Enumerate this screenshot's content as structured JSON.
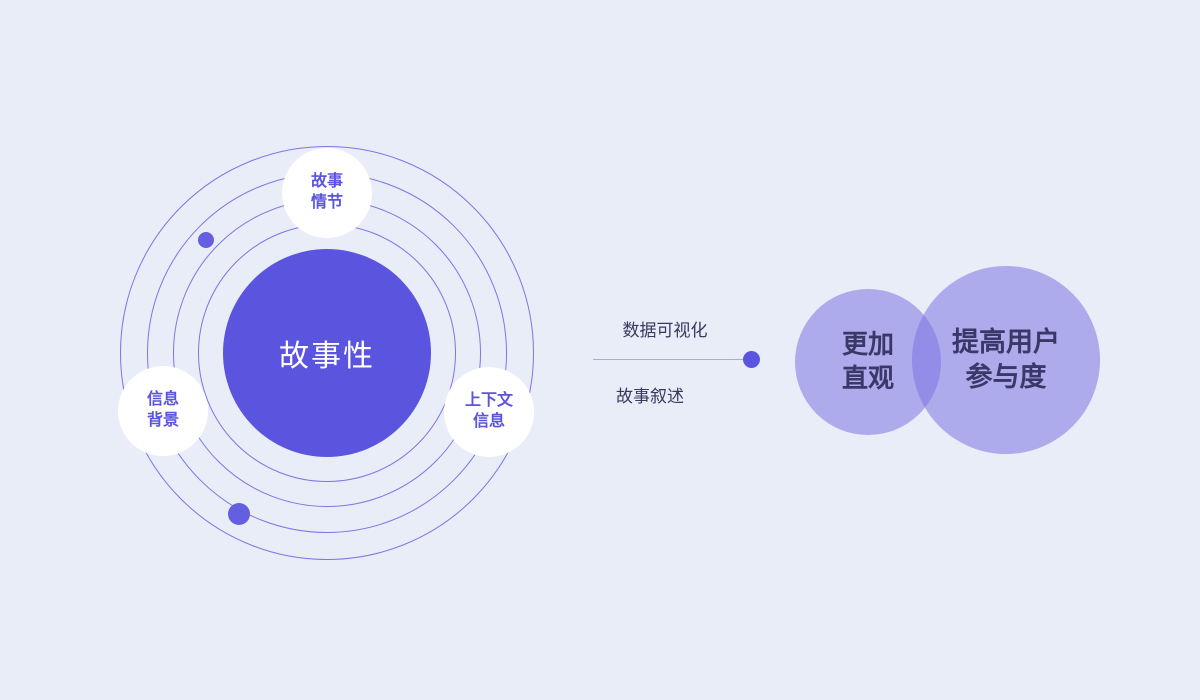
{
  "diagram": {
    "orbital": {
      "center_label": "故事性",
      "satellites": [
        {
          "label": "故事\n情节"
        },
        {
          "label": "信息\n背景"
        },
        {
          "label": "上下文\n信息"
        }
      ]
    },
    "connector": {
      "top_label": "数据可视化",
      "bottom_label": "故事叙述"
    },
    "venn": {
      "left_label": "更加\n直观",
      "right_label": "提高用户\n参与度"
    },
    "colors": {
      "background": "#e9edf7",
      "primary_purple": "#5b54de",
      "ring_purple": "#6861e2",
      "venn_purple": "#7c75e2",
      "dark_text": "#3a3868",
      "connector_line": "#a9aecb"
    }
  }
}
